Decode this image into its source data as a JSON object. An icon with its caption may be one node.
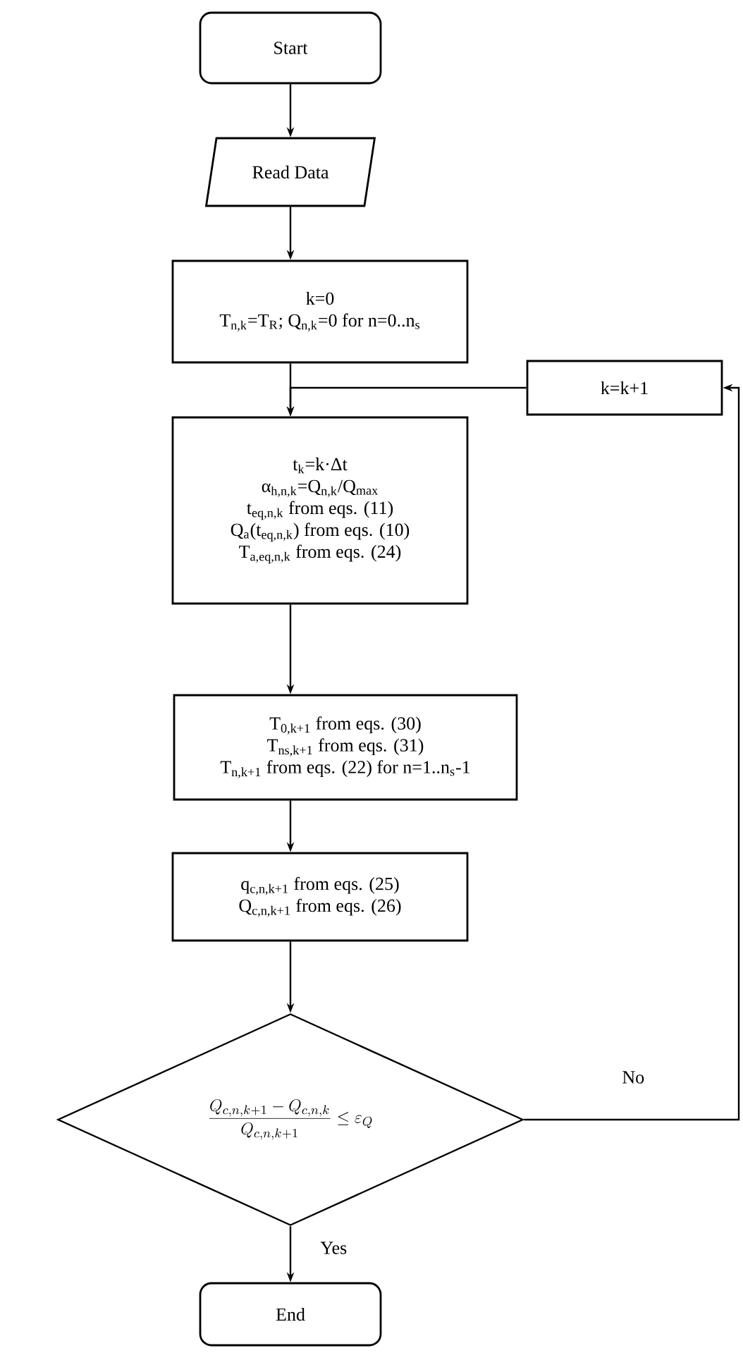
{
  "diagram": {
    "nodes": [
      {
        "text": [
          "Start"
        ]
      },
      {
        "text": [
          "Read Data"
        ]
      },
      {
        "text": [
          "k=0",
          "T$_{n,k}$=T$_{R}$; Q$_{n,k}$=0 for  n=0..n$_{s}$"
        ]
      },
      {
        "text": [
          "k=k+1"
        ]
      },
      {
        "text": [
          "t$_{k}$=k·Δt",
          "α$_{h,n,k}$=Q$_{n,k}$/Q$_{max}$",
          "t$_{eq,n,k}$ from eqs. (11)",
          "Q$_{a}$(t$_{eq,n,k}$) from eqs. (10)",
          "T$_{a,eq,n,k}$ from eqs. (24)"
        ]
      },
      {
        "text": [
          "T$_{0,k+1}$ from eqs. (30)",
          "T$_{ns,k+1}$ from eqs. (31)",
          "T$_{n,k+1}$ from eqs. (22) for  n=1..n$_{s}$-1"
        ]
      },
      {
        "text": [
          "q$_{c,n,k+1}$ from eqs. (25)",
          "Q$_{c,n,k+1}$ from eqs. (26)"
        ]
      },
      {
        "text": [
          "\\frac{Q_{c,n,k+1}-Q_{c,n,k}}{Q_{c,n,k+1}}\\le\\varepsilon_{Q}"
        ]
      },
      {
        "text": [
          "End"
        ]
      }
    ],
    "edges": [
      {
        "from": 0,
        "to": 1,
        "arrow": "to"
      },
      {
        "from": 1,
        "to": 2,
        "arrow": "to"
      },
      {
        "from": 2,
        "to": 4,
        "arrow": "to"
      },
      {
        "from": 3,
        "to": 4,
        "arrow": "to"
      },
      {
        "from": 4,
        "to": 5,
        "arrow": "to"
      },
      {
        "from": 5,
        "to": 6,
        "arrow": "to"
      },
      {
        "from": 6,
        "to": 7,
        "arrow": "to"
      },
      {
        "from": 7,
        "to": 8,
        "label": "Yes",
        "arrow": "to"
      },
      {
        "from": 7,
        "to": 3,
        "label": "No",
        "arrow": "to"
      }
    ]
  }
}
